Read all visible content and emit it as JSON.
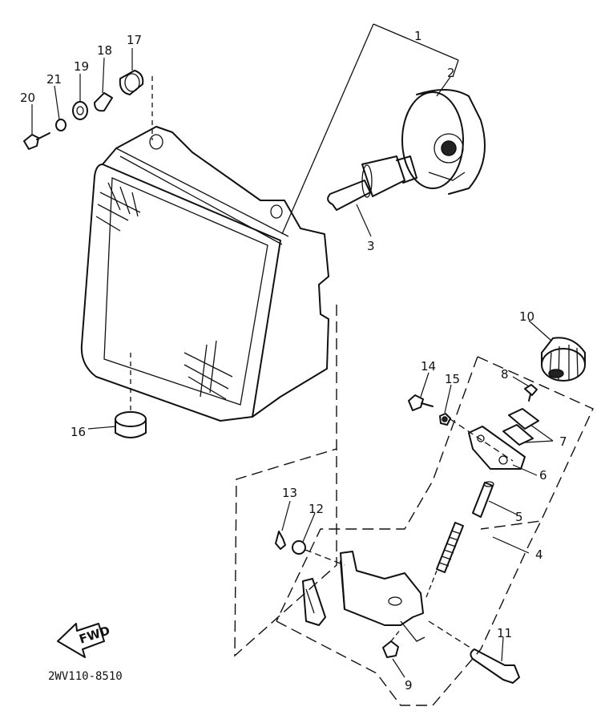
{
  "diagram_code": "2WV110-8510",
  "fwd_badge": "FWD",
  "callouts": {
    "p1": "1",
    "p2": "2",
    "p3": "3",
    "p4": "4",
    "p5": "5",
    "p6": "6",
    "p7": "7",
    "p8": "8",
    "p9": "9",
    "p10": "10",
    "p11": "11",
    "p12": "12",
    "p13": "13",
    "p14": "14",
    "p15": "15",
    "p16": "16",
    "p17": "17",
    "p18": "18",
    "p19": "19",
    "p20": "20",
    "p21": "21"
  }
}
